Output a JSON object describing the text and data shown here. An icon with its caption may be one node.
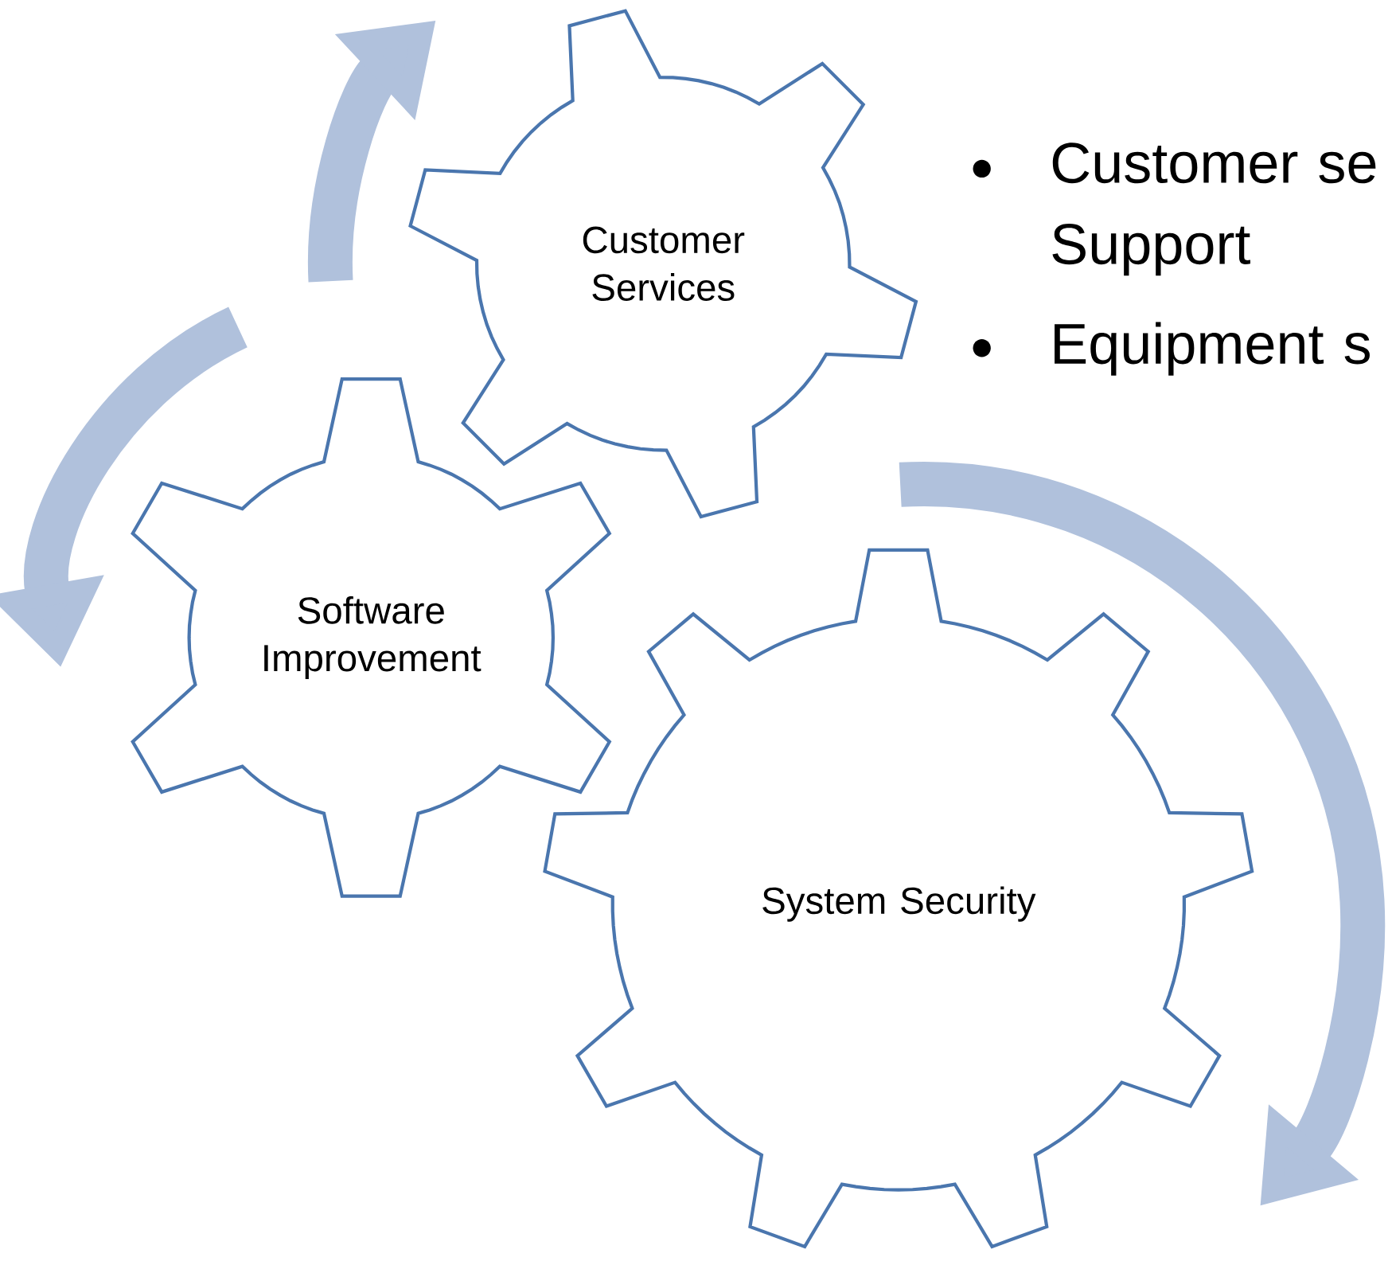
{
  "diagram": {
    "nodes": [
      {
        "text": [
          "Customer Services"
        ]
      },
      {
        "text": [
          "Software Improvement"
        ]
      },
      {
        "text": [
          "System Security"
        ]
      }
    ],
    "labels": [
      "Customer se Support",
      "Equipment s"
    ]
  }
}
